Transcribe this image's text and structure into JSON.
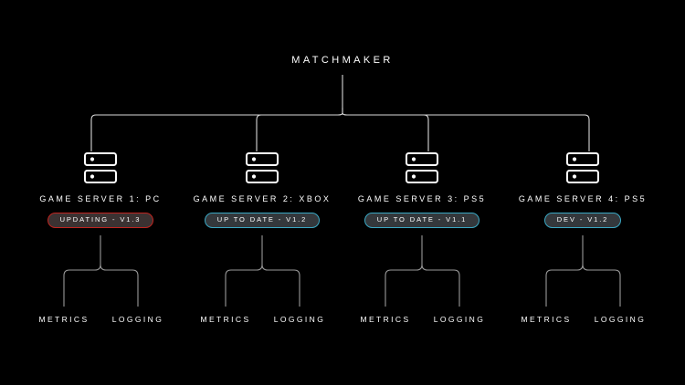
{
  "diagram": {
    "title": "MATCHMAKER",
    "background_color": "#000000",
    "line_color_top": "#d8d8d8",
    "line_color_bottom": "#9a9a9a",
    "servers": [
      {
        "label": "GAME SERVER 1: PC",
        "status": "UPDATING - V1.3",
        "status_style": "red",
        "status_color": "#c0241f",
        "icon": "server-rack-icon",
        "children": [
          "METRICS",
          "LOGGING"
        ]
      },
      {
        "label": "GAME SERVER 2: XBOX",
        "status": "UP TO DATE - V1.2",
        "status_style": "cyan",
        "status_color": "#3aa8c4",
        "icon": "server-rack-icon",
        "children": [
          "METRICS",
          "LOGGING"
        ]
      },
      {
        "label": "GAME SERVER 3: PS5",
        "status": "UP TO DATE - V1.1",
        "status_style": "cyan",
        "status_color": "#3aa8c4",
        "icon": "server-rack-icon",
        "children": [
          "METRICS",
          "LOGGING"
        ]
      },
      {
        "label": "GAME SERVER 4: PS5",
        "status": "DEV - V1.2",
        "status_style": "cyan",
        "status_color": "#3aa8c4",
        "icon": "server-rack-icon",
        "children": [
          "METRICS",
          "LOGGING"
        ]
      }
    ]
  }
}
